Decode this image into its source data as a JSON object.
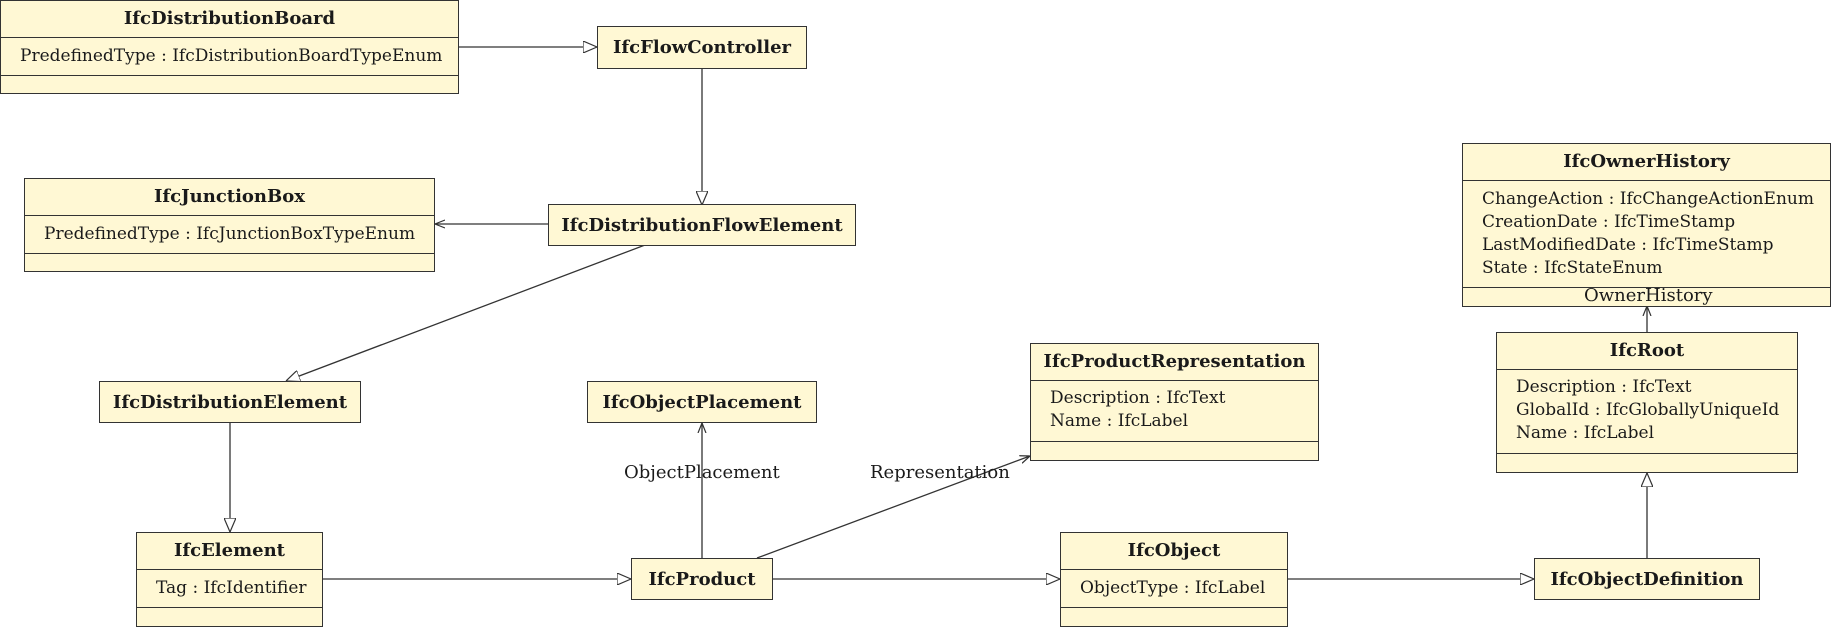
{
  "classes": {
    "distribution_board": {
      "name": "IfcDistributionBoard",
      "attributes": [
        "PredefinedType : IfcDistributionBoardTypeEnum"
      ]
    },
    "flow_controller": {
      "name": "IfcFlowController"
    },
    "junction_box": {
      "name": "IfcJunctionBox",
      "attributes": [
        "PredefinedType : IfcJunctionBoxTypeEnum"
      ]
    },
    "distribution_flow_element": {
      "name": "IfcDistributionFlowElement"
    },
    "owner_history": {
      "name": "IfcOwnerHistory",
      "attributes": [
        "ChangeAction : IfcChangeActionEnum",
        "CreationDate : IfcTimeStamp",
        "LastModifiedDate : IfcTimeStamp",
        "State : IfcStateEnum"
      ]
    },
    "root": {
      "name": "IfcRoot",
      "attributes": [
        "Description : IfcText",
        "GlobalId : IfcGloballyUniqueId",
        "Name : IfcLabel"
      ]
    },
    "product_representation": {
      "name": "IfcProductRepresentation",
      "attributes": [
        "Description : IfcText",
        "Name : IfcLabel"
      ]
    },
    "distribution_element": {
      "name": "IfcDistributionElement"
    },
    "object_placement": {
      "name": "IfcObjectPlacement"
    },
    "element": {
      "name": "IfcElement",
      "attributes": [
        "Tag : IfcIdentifier"
      ]
    },
    "product": {
      "name": "IfcProduct"
    },
    "object": {
      "name": "IfcObject",
      "attributes": [
        "ObjectType : IfcLabel"
      ]
    },
    "object_definition": {
      "name": "IfcObjectDefinition"
    }
  },
  "associations": {
    "owner_history": "OwnerHistory",
    "object_placement": "ObjectPlacement",
    "representation": "Representation"
  }
}
